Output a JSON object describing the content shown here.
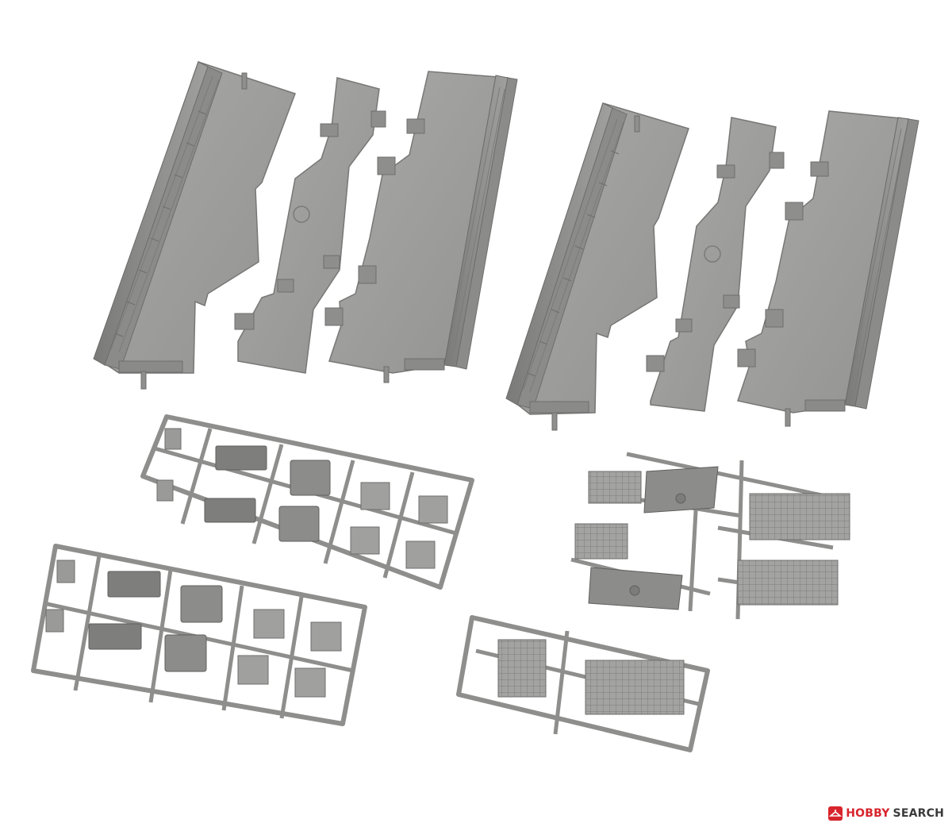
{
  "watermark": {
    "brand": "HOBBY",
    "word": "SEARCH",
    "logo_icon": "hobby-search-hanger-logo",
    "brand_color": "#d8242c",
    "word_color": "#3a3a3a"
  },
  "colors": {
    "background": "#ffffff",
    "plastic": "#9a9a98",
    "plastic_light": "#b0b0ae",
    "plastic_dark": "#6e6e6c",
    "sprue": "#8e8e8c"
  }
}
